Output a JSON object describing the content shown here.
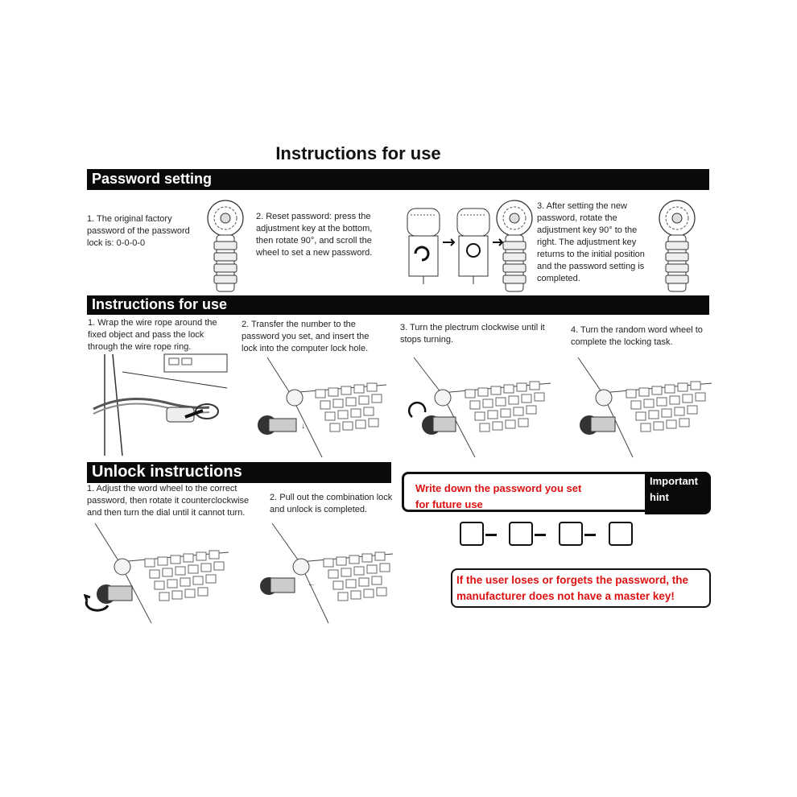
{
  "title": "Instructions for use",
  "sections": {
    "password_setting": {
      "heading": "Password setting",
      "steps": [
        "1. The original factory password of the password lock is: 0-0-0-0",
        "2. Reset password: press the adjustment key at the bottom, then rotate 90°, and scroll the wheel to set a new password.",
        "3. After setting the new password, rotate the adjustment key 90° to the right. The adjustment key returns to the initial position and the password setting is completed."
      ]
    },
    "instructions": {
      "heading": "Instructions for use",
      "steps": [
        "1. Wrap the wire rope around the fixed object and pass the lock through the wire rope ring.",
        "2. Transfer the number to the password you set, and insert the lock into the computer lock hole.",
        "3. Turn the plectrum clockwise until it stops turning.",
        "4. Turn the random word wheel to complete the locking task."
      ]
    },
    "unlock": {
      "heading": "Unlock instructions",
      "steps": [
        "1. Adjust the word wheel to the correct password, then rotate it counterclockwise and then turn the dial until it cannot turn.",
        "2. Pull out the combination lock and unlock is completed."
      ]
    }
  },
  "hint": {
    "text_line1": "Write down the password you set",
    "text_line2": "for future use",
    "tab_line1": "Important",
    "tab_line2": "hint",
    "warning_line1": "If the user loses or forgets the password, the",
    "warning_line2": "manufacturer does not have a master key!"
  },
  "colors": {
    "bar_bg": "#0a0a0a",
    "warning_text": "#dd1111"
  }
}
